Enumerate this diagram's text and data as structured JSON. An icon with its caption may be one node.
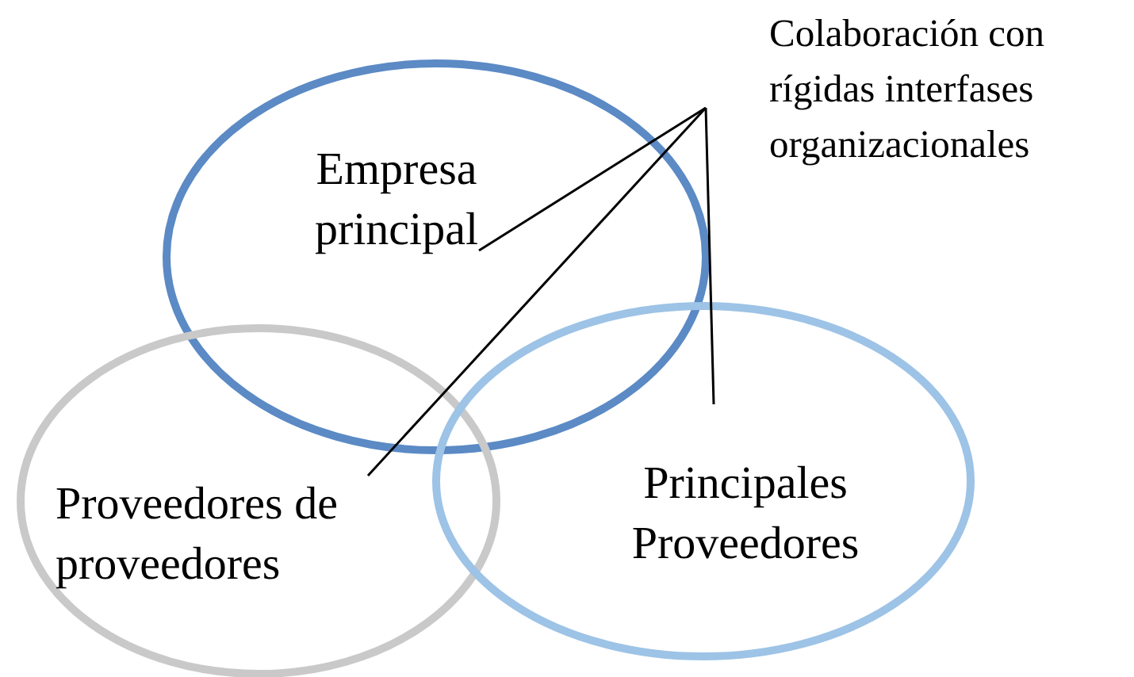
{
  "diagram": {
    "nodes": [
      {
        "text": [
          "Empresa principal"
        ]
      },
      {
        "text": [
          "Proveedores de proveedores"
        ]
      },
      {
        "text": [
          "Principales Proveedores"
        ]
      },
      {
        "text": [
          "Colaboración con rígidas interfases organizacionales"
        ]
      }
    ],
    "edges": [
      {
        "from": 3,
        "to": 0,
        "arrow": "none"
      },
      {
        "from": 3,
        "to": 1,
        "arrow": "none"
      },
      {
        "from": 3,
        "to": 2,
        "arrow": "none"
      }
    ]
  }
}
